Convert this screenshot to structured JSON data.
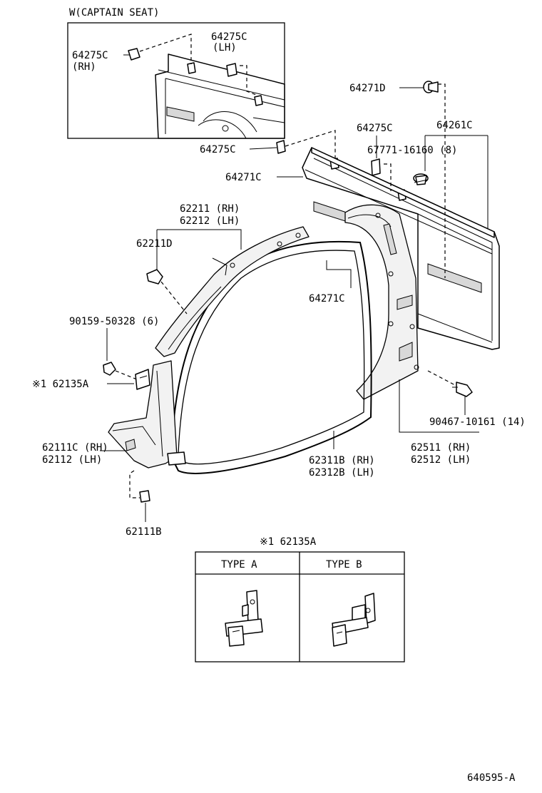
{
  "inset": {
    "title": "W(CAPTAIN SEAT)"
  },
  "labels": {
    "l64275c_rh_a": "64275C",
    "l64275c_rh_b": "(RH)",
    "l64275c_lh_a": "64275C",
    "l64275c_lh_b": "(LH)",
    "l64271d": "64271D",
    "l64275c_top": "64275C",
    "l64261c": "64261C",
    "l64275c_mid": "64275C",
    "l67771": "67771-16160 (8)",
    "l64271c_upper": "64271C",
    "l62211": "62211 (RH)",
    "l62212": "62212 (LH)",
    "l62211d": "62211D",
    "l64271c_lower": "64271C",
    "l90159": "90159-50328 (6)",
    "l62135a": "※1 62135A",
    "l90467": "90467-10161 (14)",
    "l62111c": "62111C (RH)",
    "l62112": "62112  (LH)",
    "l62511": "62511 (RH)",
    "l62512": "62512 (LH)",
    "l62311b": "62311B (RH)",
    "l62312b": "62312B (LH)",
    "l62111b": "62111B"
  },
  "table": {
    "title": "※1 62135A",
    "type_a": "TYPE  A",
    "type_b": "TYPE  B"
  },
  "ref": "640595-A"
}
